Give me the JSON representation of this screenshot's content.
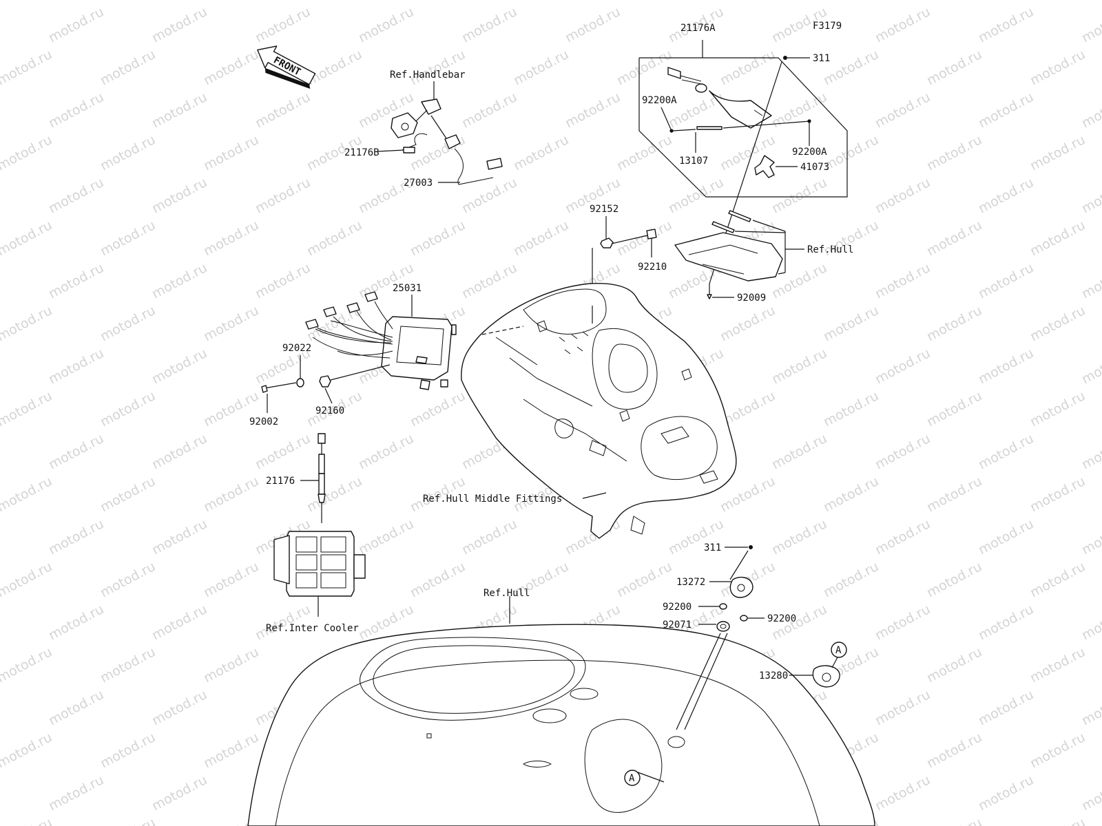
{
  "figure_code": "F3179",
  "front_arrow_label": "FRONT",
  "watermark_text": "motod.ru",
  "callout_letter": "A",
  "labels": {
    "p21176A": "21176A",
    "p311_top": "311",
    "p92200A_left": "92200A",
    "p92200A_right": "92200A",
    "p13107": "13107",
    "p41073": "41073",
    "ref_handlebar": "Ref.Handlebar",
    "p21176B": "21176B",
    "p27003": "27003",
    "p92152": "92152",
    "p92210": "92210",
    "ref_hull_top": "Ref.Hull",
    "p92009": "92009",
    "p25031": "25031",
    "p92022": "92022",
    "p92160": "92160",
    "p92002": "92002",
    "p21176": "21176",
    "ref_hull_middle": "Ref.Hull Middle Fittings",
    "ref_inter_cooler": "Ref.Inter Cooler",
    "ref_hull_bottom": "Ref.Hull",
    "p311_bottom": "311",
    "p13272": "13272",
    "p92200_left": "92200",
    "p92200_right": "92200",
    "p92071": "92071",
    "p13280": "13280"
  }
}
